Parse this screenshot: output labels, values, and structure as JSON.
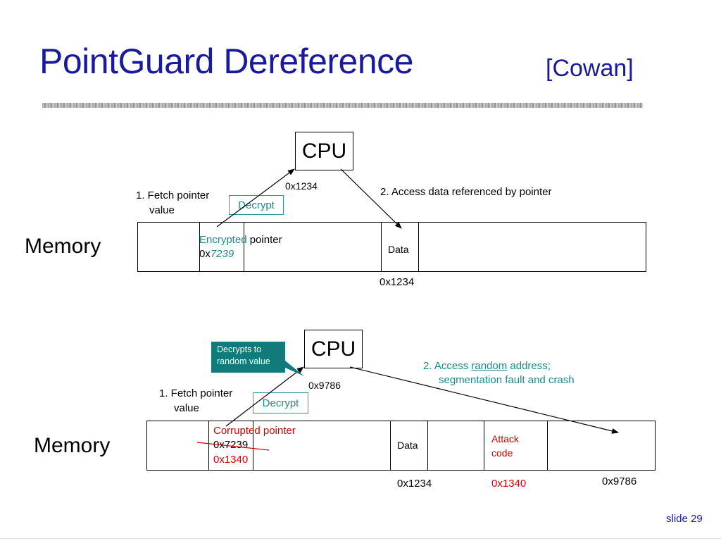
{
  "title": "PointGuard Dereference",
  "citation": "[Cowan]",
  "slide_number": "slide 29",
  "top": {
    "memory_label": "Memory",
    "cpu_label": "CPU",
    "cpu_address": "0x1234",
    "fetch_line1": "1. Fetch pointer",
    "fetch_line2": "value",
    "decrypt_label": "Decrypt",
    "access_label": "2. Access data referenced by pointer",
    "pointer_word1": "Encrypted",
    "pointer_word2": " pointer",
    "pointer_prefix": "0x",
    "pointer_value": "7239",
    "data_label": "Data",
    "data_address": "0x1234"
  },
  "bottom": {
    "memory_label": "Memory",
    "cpu_label": "CPU",
    "cpu_address": "0x9786",
    "note_line1": "Decrypts to",
    "note_line2": "random value",
    "fetch_line1": "1. Fetch pointer",
    "fetch_line2": "value",
    "decrypt_label": "Decrypt",
    "access_line1_a": "2. Access ",
    "access_line1_b": "random",
    "access_line1_c": " address;",
    "access_line2": "segmentation fault and crash",
    "corrupted_label": "Corrupted pointer",
    "old_value": "0x7239",
    "new_value": "0x1340",
    "data_label": "Data",
    "attack_line1": "Attack",
    "attack_line2": "code",
    "data_address": "0x1234",
    "attack_address": "0x1340",
    "far_address": "0x9786"
  },
  "colors": {
    "title": "#1a1a9e",
    "teal": "#1a8a8a",
    "note_fill": "#117a7a",
    "red": "#d40000"
  }
}
